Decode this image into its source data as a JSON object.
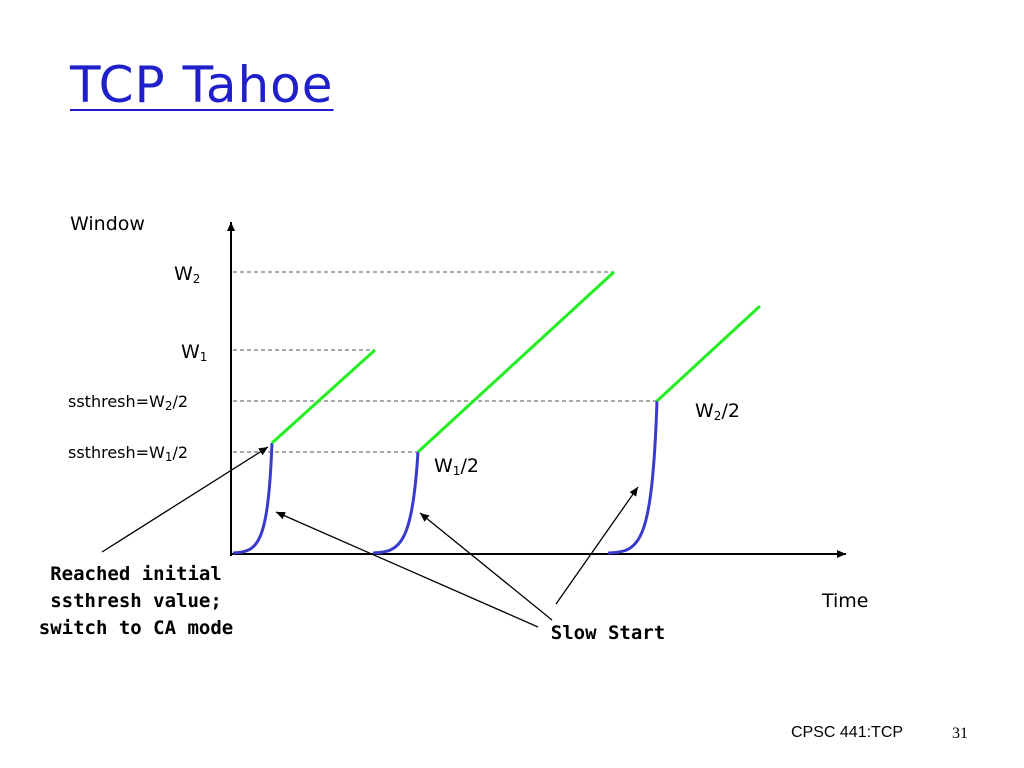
{
  "slide": {
    "title": "TCP Tahoe",
    "footer": "CPSC 441:TCP",
    "page_number": "31"
  },
  "diagram": {
    "y_axis_label": "Window",
    "x_axis_label": "Time",
    "w2_label": {
      "base": "W",
      "sub": "2"
    },
    "w1_label": {
      "base": "W",
      "sub": "1"
    },
    "ssthresh_w2": {
      "prefix": "ssthresh=W",
      "sub": "2",
      "suffix": "/2"
    },
    "ssthresh_w1": {
      "prefix": "ssthresh=W",
      "sub": "1",
      "suffix": "/2"
    },
    "w2_half": {
      "base": "W",
      "sub": "2",
      "suffix": "/2"
    },
    "w1_half": {
      "base": "W",
      "sub": "1",
      "suffix": "/2"
    },
    "callout_ca": [
      "Reached initial",
      "ssthresh value;",
      "switch to CA mode"
    ],
    "callout_slow_start": "Slow Start",
    "colors": {
      "title": "#1f1fcc",
      "slow_start": "#3a3acc",
      "congestion_avoidance": "#22ee22",
      "axes": "#000000",
      "guides": "#555555"
    }
  }
}
